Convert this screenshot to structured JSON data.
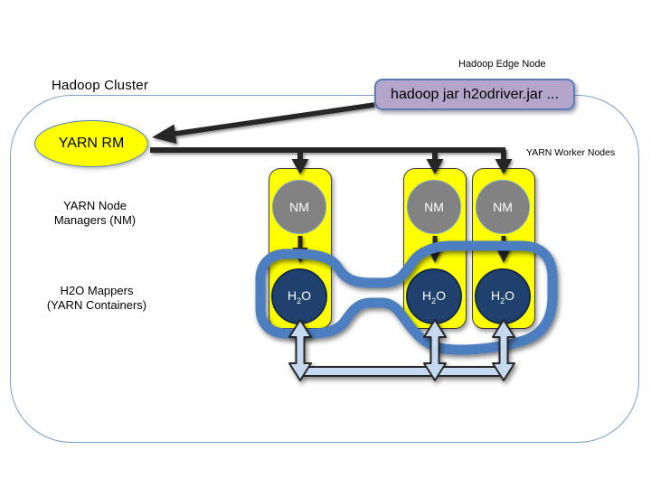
{
  "diagram": {
    "title": "Hadoop Cluster",
    "edge_node": {
      "label": "Hadoop Edge Node",
      "command": "hadoop jar h2odriver.jar ..."
    },
    "resource_manager": {
      "label": "YARN RM"
    },
    "worker_nodes_caption": "YARN Worker Nodes",
    "node_managers_caption": {
      "line1": "YARN Node",
      "line2": "Managers (NM)"
    },
    "mappers_caption": {
      "line1": "H2O Mappers",
      "line2": "(YARN Containers)"
    },
    "workers": [
      {
        "nm_label": "NM",
        "h2o": {
          "base": "H",
          "sub": "2",
          "tail": "O"
        }
      },
      {
        "nm_label": "NM",
        "h2o": {
          "base": "H",
          "sub": "2",
          "tail": "O"
        }
      },
      {
        "nm_label": "NM",
        "h2o": {
          "base": "H",
          "sub": "2",
          "tail": "O"
        }
      }
    ],
    "colors": {
      "node_fill_yellow": "#ffff00",
      "nm_gray": "#828282",
      "h2o_navy": "#20406e",
      "cluster_border_blue": "#7d9ec7",
      "loop_blue": "#4d7ebf",
      "pale_arrow_blue": "#c5d9f1",
      "edge_box_purple": "#b4a5ca",
      "edge_box_border_blue": "#5b7fb5",
      "arrow_black": "#262626"
    }
  }
}
